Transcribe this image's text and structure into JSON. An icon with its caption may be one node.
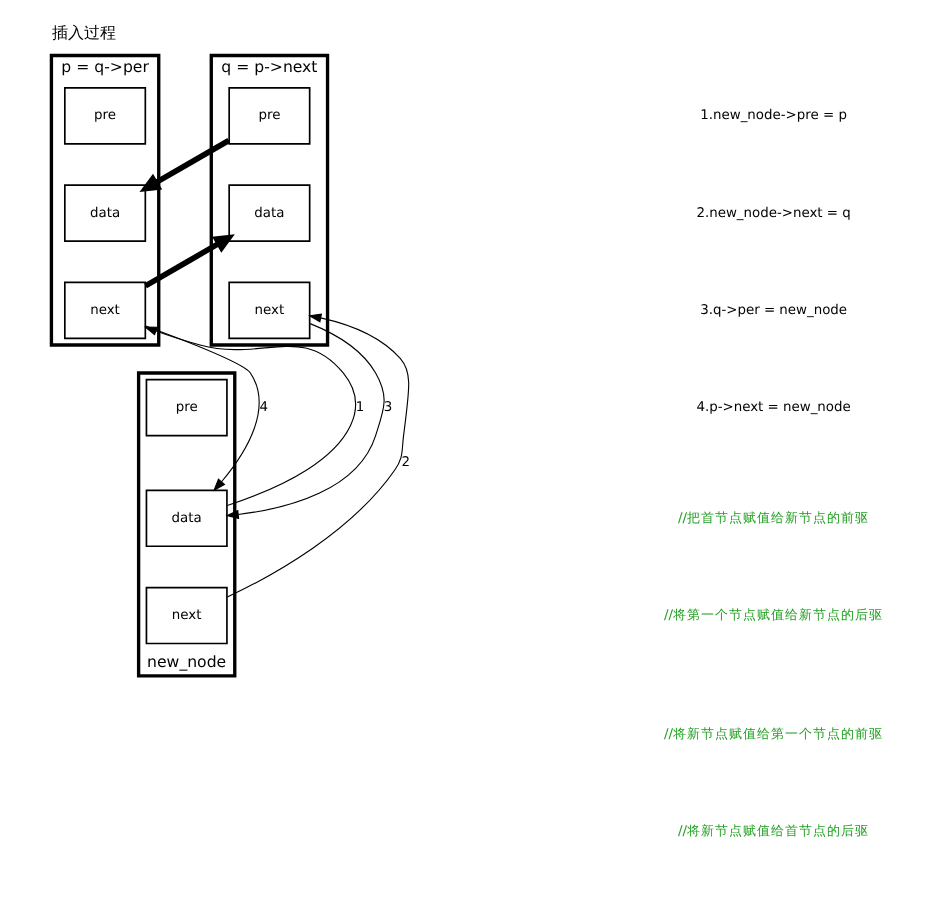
{
  "diagram": {
    "title": "插入过程",
    "nodes": [
      {
        "text": [
          "p = q->per"
        ]
      },
      {
        "text": [
          "pre"
        ],
        "in": 0
      },
      {
        "text": [
          "data"
        ],
        "in": 0
      },
      {
        "text": [
          "next"
        ],
        "in": 0
      },
      {
        "text": [
          "q = p->next"
        ]
      },
      {
        "text": [
          "pre"
        ],
        "in": 4
      },
      {
        "text": [
          "data"
        ],
        "in": 4
      },
      {
        "text": [
          "next"
        ],
        "in": 4
      },
      {
        "text": [
          "new_node"
        ]
      },
      {
        "text": [
          "pre"
        ],
        "in": 8
      },
      {
        "text": [
          "data"
        ],
        "in": 8
      },
      {
        "text": [
          "next"
        ],
        "in": 8
      }
    ],
    "edges": [
      {
        "from": 5,
        "to": 2,
        "arrow": "to",
        "style": "thick"
      },
      {
        "from": 3,
        "to": 6,
        "arrow": "to",
        "style": "thick"
      },
      {
        "from": 10,
        "to": 3,
        "arrow": "to",
        "label": "1"
      },
      {
        "from": 3,
        "to": 10,
        "arrow": "to",
        "label": "4"
      },
      {
        "from": 7,
        "to": 10,
        "arrow": "to",
        "label": "3"
      },
      {
        "from": 11,
        "to": 7,
        "arrow": "to",
        "label": "2"
      }
    ],
    "labels": [
      "1.new_node->pre = p",
      "2.new_node->next = q",
      "3.q->per = new_node",
      "4.p->next = new_node",
      "//把首节点赋值给新节点的前驱",
      "//将第一个节点赋值给新节点的后驱",
      "//将新节点赋值给第一个节点的前驱",
      "//将新节点赋值给首节点的后驱"
    ]
  }
}
